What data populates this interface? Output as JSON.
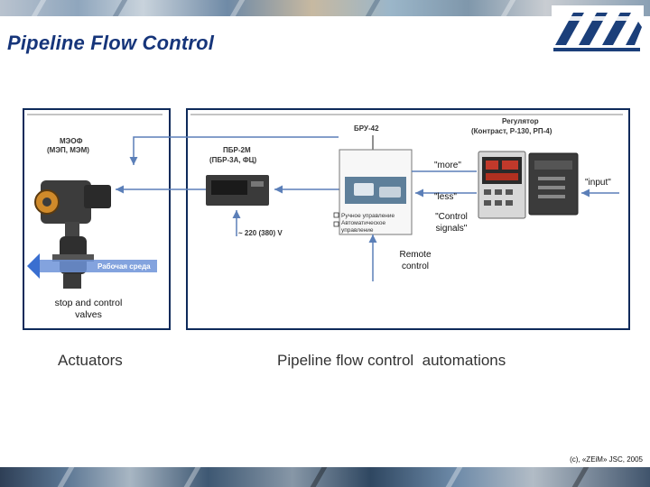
{
  "slide": {
    "title": "Pipeline Flow Control",
    "footer": "(c), «ZEiM» JSC, 2005"
  },
  "left_panel": {
    "device_label_line1": "МЭОФ",
    "device_label_line2": "(МЭП, МЭМ)",
    "medium_label": "Рабочая среда",
    "valves_caption_line1": "stop and control",
    "valves_caption_line2": "valves"
  },
  "right_panel": {
    "bru_label": "БРУ-42",
    "pbr_line1": "ПБР-2М",
    "pbr_line2": "(ПБР-3А, ФЦ)",
    "voltage": "~ 220 (380) V",
    "regulator_line1": "Регулятор",
    "regulator_line2": "(Контраст, Р-130, РП-4)",
    "manual_control": "Ручное управление",
    "auto_control_line1": "Автоматическое",
    "auto_control_line2": "управление",
    "more_label": "\"more\"",
    "less_label": "\"less\"",
    "input_label": "\"input\"",
    "control_signals_line1": "\"Control",
    "control_signals_line2": "signals\"",
    "remote_line1": "Remote",
    "remote_line2": "control"
  },
  "captions": {
    "actuators": "Actuators",
    "automations": "Pipeline flow control  automations"
  },
  "colors": {
    "title": "#16357a",
    "panel_border": "#0e2a5a",
    "arrow": "#5b7fb8",
    "medium_arrow": "#3a6fd0"
  }
}
